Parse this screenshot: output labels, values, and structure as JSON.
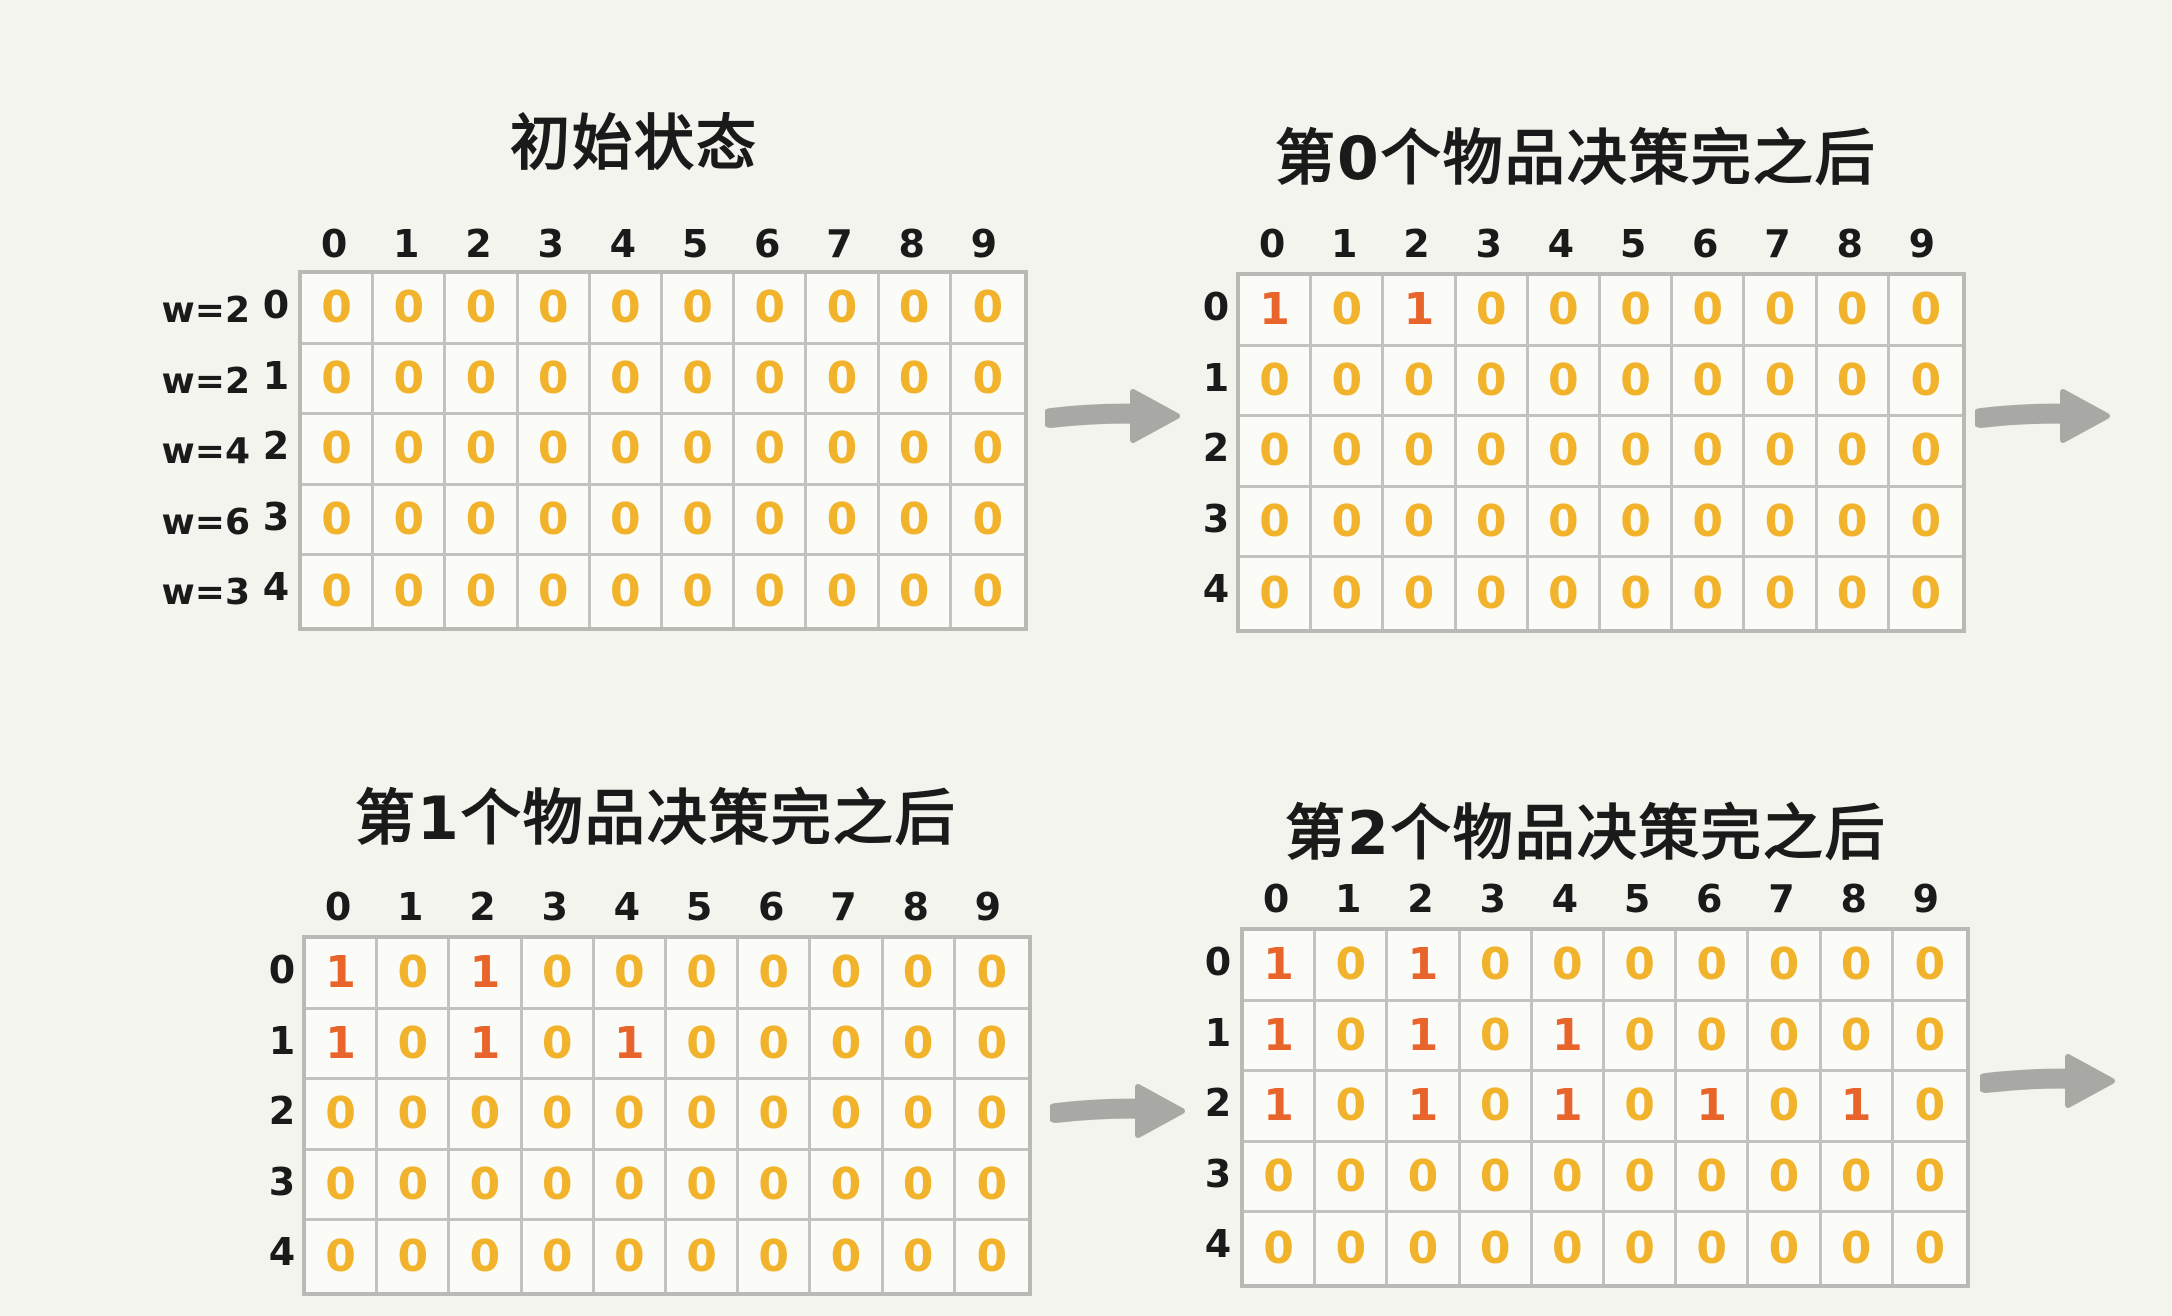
{
  "panels": [
    {
      "title": "初始状态",
      "col_headers": [
        "0",
        "1",
        "2",
        "3",
        "4",
        "5",
        "6",
        "7",
        "8",
        "9"
      ],
      "row_headers": [
        "0",
        "1",
        "2",
        "3",
        "4"
      ],
      "row_weights": [
        "w=2",
        "w=2",
        "w=4",
        "w=6",
        "w=3"
      ],
      "cells": [
        [
          "0",
          "0",
          "0",
          "0",
          "0",
          "0",
          "0",
          "0",
          "0",
          "0"
        ],
        [
          "0",
          "0",
          "0",
          "0",
          "0",
          "0",
          "0",
          "0",
          "0",
          "0"
        ],
        [
          "0",
          "0",
          "0",
          "0",
          "0",
          "0",
          "0",
          "0",
          "0",
          "0"
        ],
        [
          "0",
          "0",
          "0",
          "0",
          "0",
          "0",
          "0",
          "0",
          "0",
          "0"
        ],
        [
          "0",
          "0",
          "0",
          "0",
          "0",
          "0",
          "0",
          "0",
          "0",
          "0"
        ]
      ]
    },
    {
      "title": "第0个物品决策完之后",
      "col_headers": [
        "0",
        "1",
        "2",
        "3",
        "4",
        "5",
        "6",
        "7",
        "8",
        "9"
      ],
      "row_headers": [
        "0",
        "1",
        "2",
        "3",
        "4"
      ],
      "row_weights": [],
      "cells": [
        [
          "1",
          "0",
          "1",
          "0",
          "0",
          "0",
          "0",
          "0",
          "0",
          "0"
        ],
        [
          "0",
          "0",
          "0",
          "0",
          "0",
          "0",
          "0",
          "0",
          "0",
          "0"
        ],
        [
          "0",
          "0",
          "0",
          "0",
          "0",
          "0",
          "0",
          "0",
          "0",
          "0"
        ],
        [
          "0",
          "0",
          "0",
          "0",
          "0",
          "0",
          "0",
          "0",
          "0",
          "0"
        ],
        [
          "0",
          "0",
          "0",
          "0",
          "0",
          "0",
          "0",
          "0",
          "0",
          "0"
        ]
      ]
    },
    {
      "title": "第1个物品决策完之后",
      "col_headers": [
        "0",
        "1",
        "2",
        "3",
        "4",
        "5",
        "6",
        "7",
        "8",
        "9"
      ],
      "row_headers": [
        "0",
        "1",
        "2",
        "3",
        "4"
      ],
      "row_weights": [],
      "cells": [
        [
          "1",
          "0",
          "1",
          "0",
          "0",
          "0",
          "0",
          "0",
          "0",
          "0"
        ],
        [
          "1",
          "0",
          "1",
          "0",
          "1",
          "0",
          "0",
          "0",
          "0",
          "0"
        ],
        [
          "0",
          "0",
          "0",
          "0",
          "0",
          "0",
          "0",
          "0",
          "0",
          "0"
        ],
        [
          "0",
          "0",
          "0",
          "0",
          "0",
          "0",
          "0",
          "0",
          "0",
          "0"
        ],
        [
          "0",
          "0",
          "0",
          "0",
          "0",
          "0",
          "0",
          "0",
          "0",
          "0"
        ]
      ]
    },
    {
      "title": "第2个物品决策完之后",
      "col_headers": [
        "0",
        "1",
        "2",
        "3",
        "4",
        "5",
        "6",
        "7",
        "8",
        "9"
      ],
      "row_headers": [
        "0",
        "1",
        "2",
        "3",
        "4"
      ],
      "row_weights": [],
      "cells": [
        [
          "1",
          "0",
          "1",
          "0",
          "0",
          "0",
          "0",
          "0",
          "0",
          "0"
        ],
        [
          "1",
          "0",
          "1",
          "0",
          "1",
          "0",
          "0",
          "0",
          "0",
          "0"
        ],
        [
          "1",
          "0",
          "1",
          "0",
          "1",
          "0",
          "1",
          "0",
          "1",
          "0"
        ],
        [
          "0",
          "0",
          "0",
          "0",
          "0",
          "0",
          "0",
          "0",
          "0",
          "0"
        ],
        [
          "0",
          "0",
          "0",
          "0",
          "0",
          "0",
          "0",
          "0",
          "0",
          "0"
        ]
      ]
    }
  ],
  "colors": {
    "zero": "#f2b32c",
    "one": "#e8642a",
    "arrow": "#a8a8a4",
    "grid": "#b9b9b5"
  },
  "icons": [
    "right-arrow-icon"
  ]
}
